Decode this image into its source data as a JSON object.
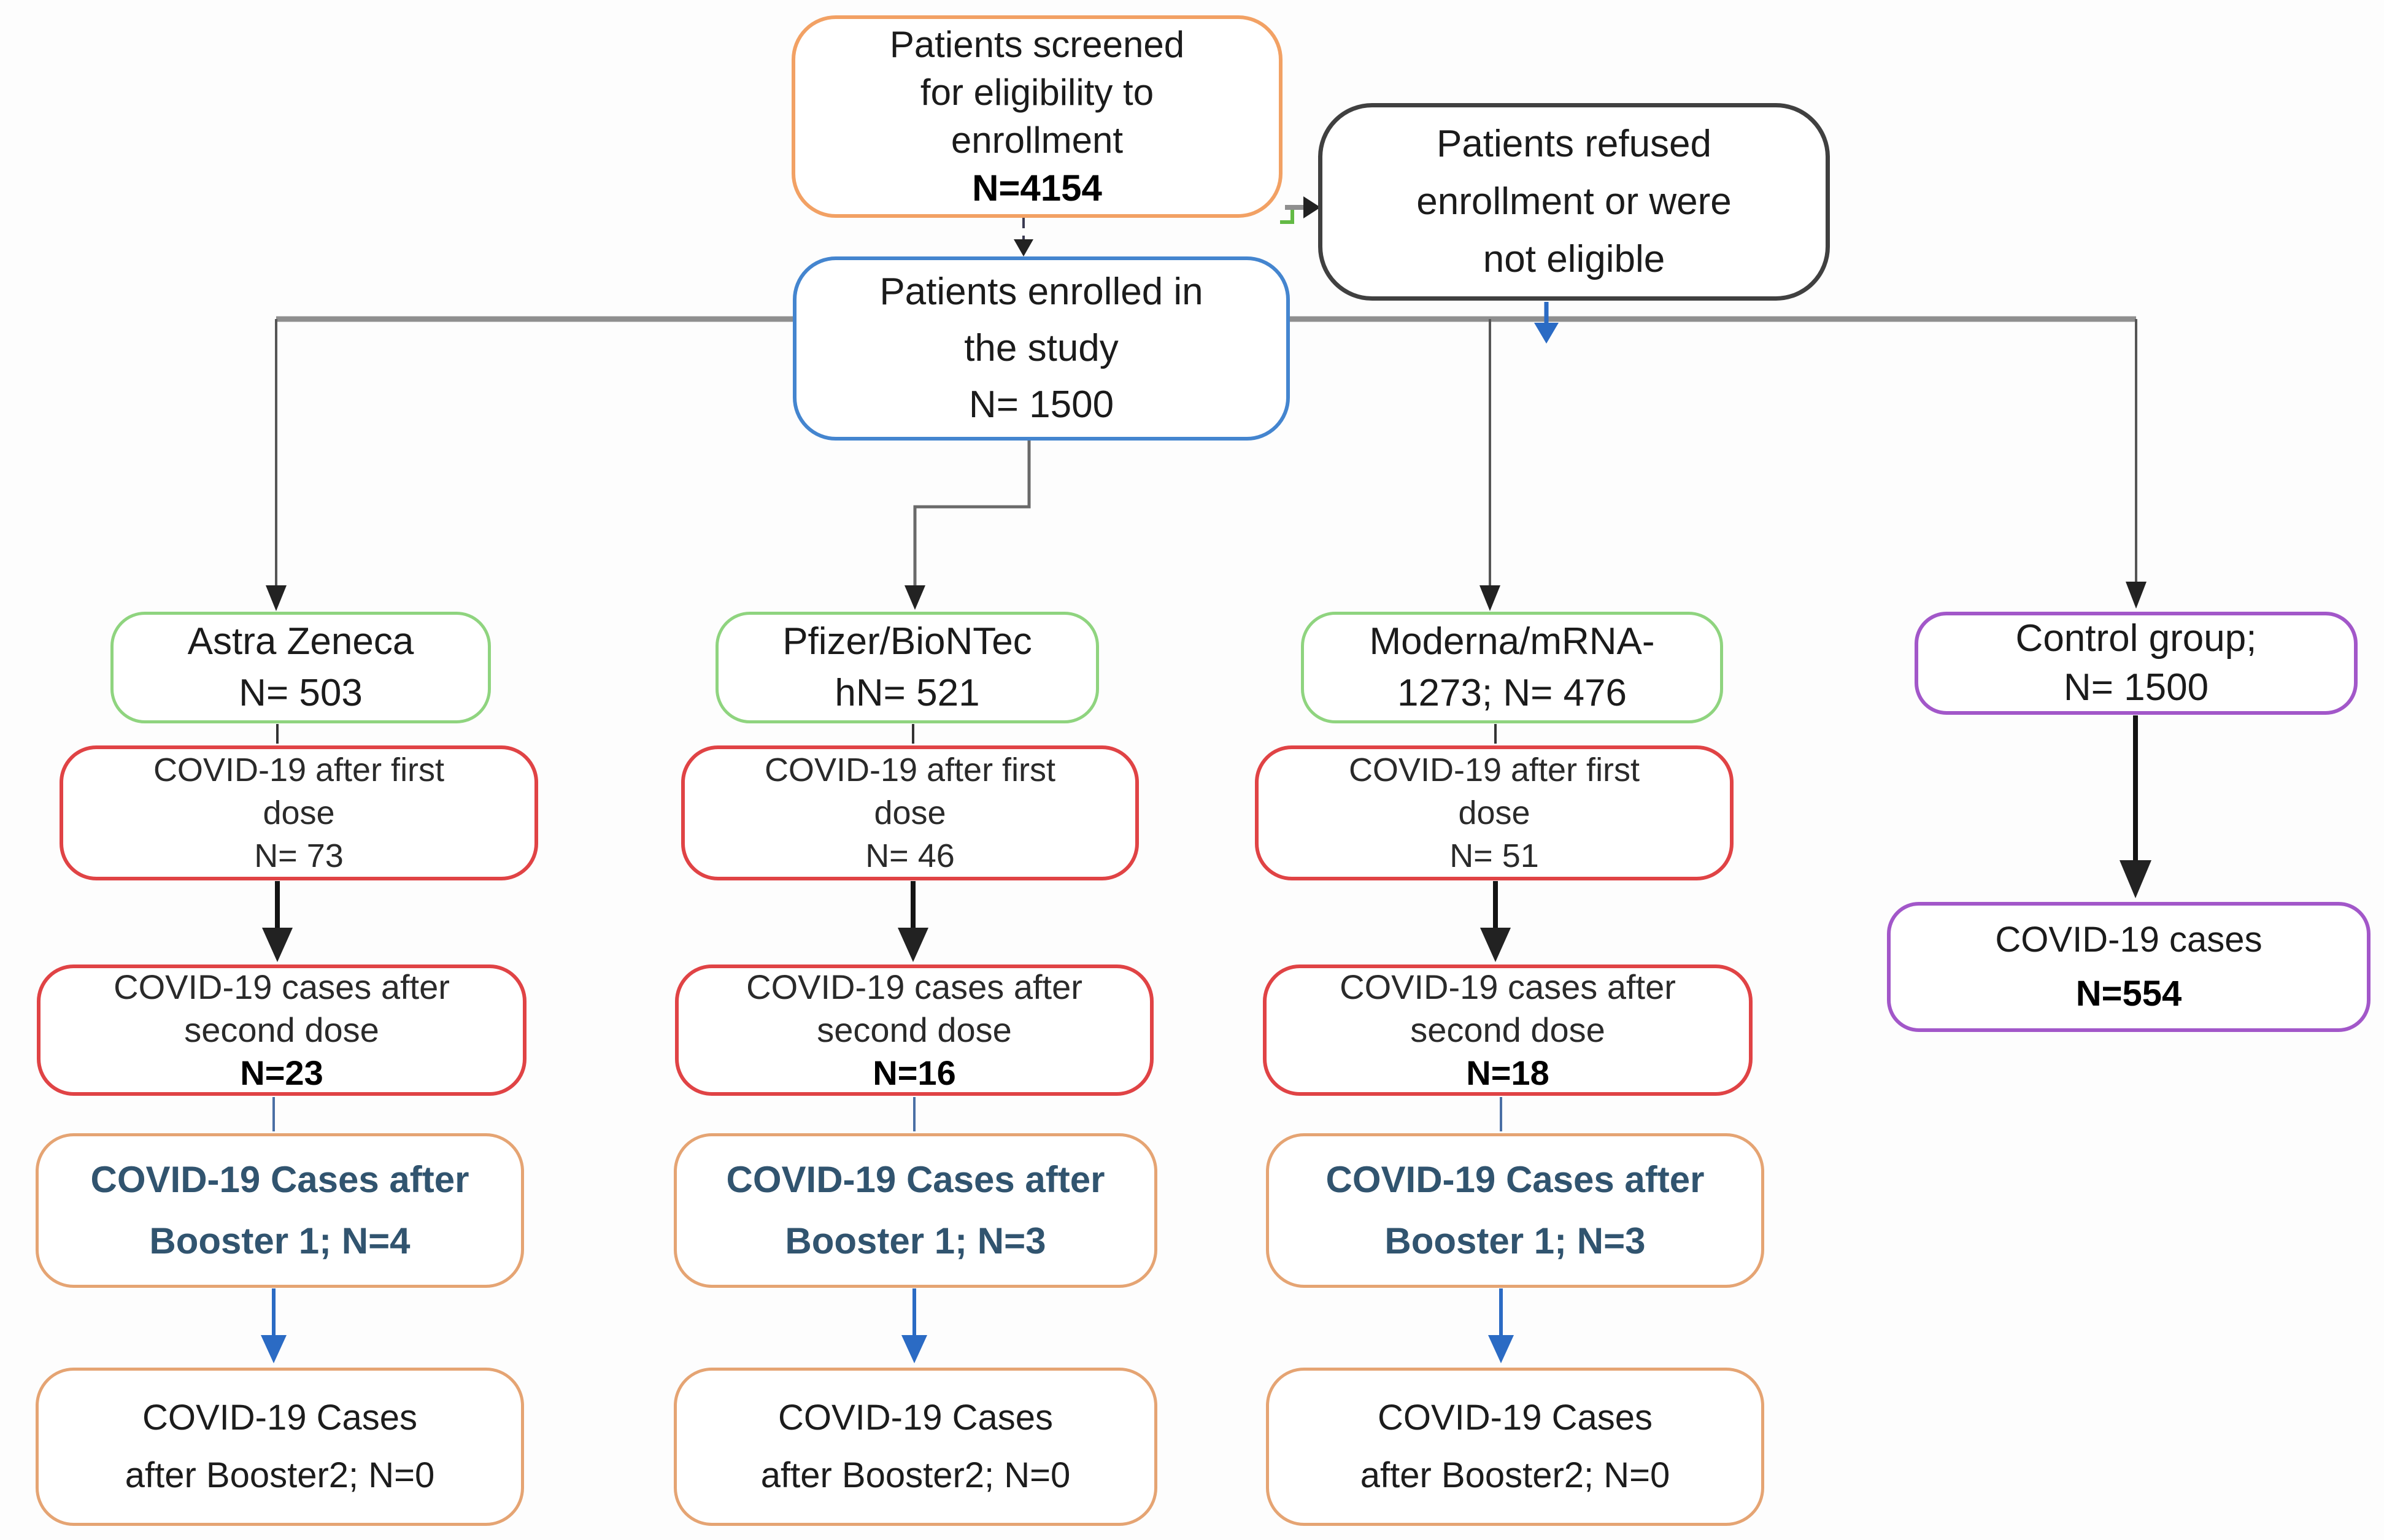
{
  "flowchart": {
    "screened": {
      "line1": "Patients screened",
      "line2": "for eligibility to",
      "line3": "enrollment",
      "n": "N=4154"
    },
    "refused": {
      "line1": "Patients refused",
      "line2": "enrollment or were",
      "line3": "not eligible"
    },
    "enrolled": {
      "line1": "Patients enrolled in",
      "line2": "the study",
      "line3": "N= 1500"
    }
  },
  "columns": [
    {
      "id": "astra-zeneca",
      "header_line1": "Astra Zeneca",
      "header_line2": "N= 503",
      "first_dose_line1": "COVID-19 after first",
      "first_dose_line2": "dose",
      "first_dose_n": "N= 73",
      "second_dose_line1": "COVID-19 cases  after",
      "second_dose_line2": "second dose",
      "second_dose_n": "N=23",
      "booster1_line1": "COVID-19 Cases after",
      "booster1_line2": "Booster 1; N=4",
      "booster2_line1": "COVID-19 Cases",
      "booster2_line2": "after Booster2; N=0"
    },
    {
      "id": "pfizer-biontech",
      "header_line1": "Pfizer/BioNTec",
      "header_line2": "hN= 521",
      "first_dose_line1": "COVID-19 after first",
      "first_dose_line2": "dose",
      "first_dose_n": "N= 46",
      "second_dose_line1": "COVID-19 cases after",
      "second_dose_line2": "second dose",
      "second_dose_n": "N=16",
      "booster1_line1": "COVID-19 Cases after",
      "booster1_line2": "Booster 1; N=3",
      "booster2_line1": "COVID-19 Cases",
      "booster2_line2": "after Booster2; N=0"
    },
    {
      "id": "moderna-mrna-1273",
      "header_line1": "Moderna/mRNA-",
      "header_line2": "1273; N= 476",
      "first_dose_line1": "COVID-19 after first",
      "first_dose_line2": "dose",
      "first_dose_n": "N= 51",
      "second_dose_line1": "COVID-19 cases after",
      "second_dose_line2": "second dose",
      "second_dose_n": "N=18",
      "booster1_line1": "COVID-19 Cases after",
      "booster1_line2": "Booster 1; N=3",
      "booster2_line1": "COVID-19 Cases",
      "booster2_line2": "after Booster2; N=0"
    }
  ],
  "control": {
    "header_line1": "Control group;",
    "header_line2": "N= 1500",
    "cases_line1": "COVID-19 cases",
    "cases_n": "N=554"
  },
  "colors": {
    "screened_border": "#F2A164",
    "refused_border": "#404040",
    "enrolled_border": "#4485CF",
    "vaccine_border": "#8FD47F",
    "dose_border": "#E04345",
    "booster_border": "#E5A473",
    "control_border": "#A257C9",
    "booster1_text": "#31546F",
    "arrow_blue": "#2B6BC4",
    "connector_gray": "#8F8F8F"
  }
}
